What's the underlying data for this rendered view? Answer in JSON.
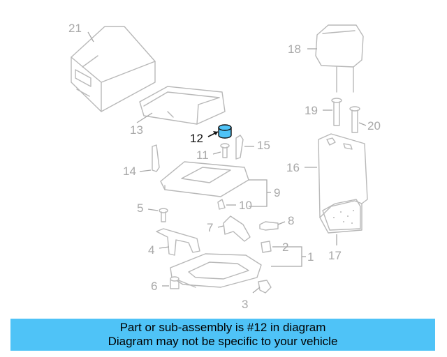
{
  "callouts": {
    "c1": "1",
    "c2": "2",
    "c3": "3",
    "c4": "4",
    "c5": "5",
    "c6": "6",
    "c7": "7",
    "c8": "8",
    "c9": "9",
    "c10": "10",
    "c11": "11",
    "c12": "12",
    "c13": "13",
    "c14": "14",
    "c15": "15",
    "c16": "16",
    "c17": "17",
    "c18": "18",
    "c19": "19",
    "c20": "20",
    "c21": "21"
  },
  "highlighted_part": "12",
  "colors": {
    "highlight": "#4fc3f7",
    "banner": "#4fc3f7",
    "line_art": "#b8b8b8",
    "callout_text": "#a8a8a8"
  },
  "banner": {
    "line1": "Part or sub-assembly is #12 in diagram",
    "line2": "Diagram may not be specific to your vehicle"
  }
}
